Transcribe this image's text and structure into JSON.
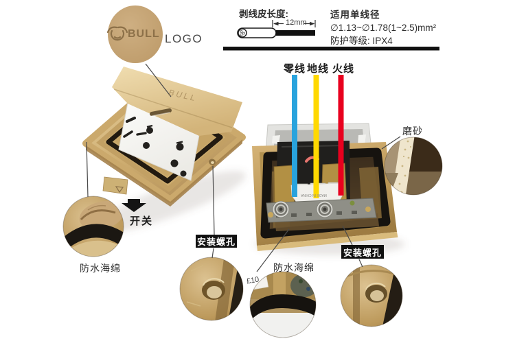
{
  "top": {
    "logo": {
      "brand": "BULL",
      "caption": "LOGO"
    },
    "strip": {
      "title": "剥线皮长度:",
      "value": "12mm"
    },
    "spec": {
      "title": "适用单线径",
      "diameter": "∅1.13~∅1.78(1~2.5)mm²",
      "protection": "防护等级: IPX4"
    }
  },
  "wires": [
    {
      "label": "零线",
      "color": "#29A3DD"
    },
    {
      "label": "地线",
      "color": "#FFD800"
    },
    {
      "label": "火线",
      "color": "#E8001E"
    }
  ],
  "annotations": {
    "switch": "开关",
    "sponge_left": "防水海绵",
    "sponge_right": "防水海绵",
    "screw_left": "安装螺孔",
    "screw_right": "安装螺孔",
    "frosted": "磨砂"
  },
  "product": {
    "lid_engraving": "BULL",
    "made_in": "MADE IN CHINA",
    "sponge_tag": "£10"
  },
  "colors": {
    "gold": "#C9A76A",
    "label_box": "#101010",
    "text": "#2E2E2E",
    "connector_line": "#4A4A4A"
  }
}
